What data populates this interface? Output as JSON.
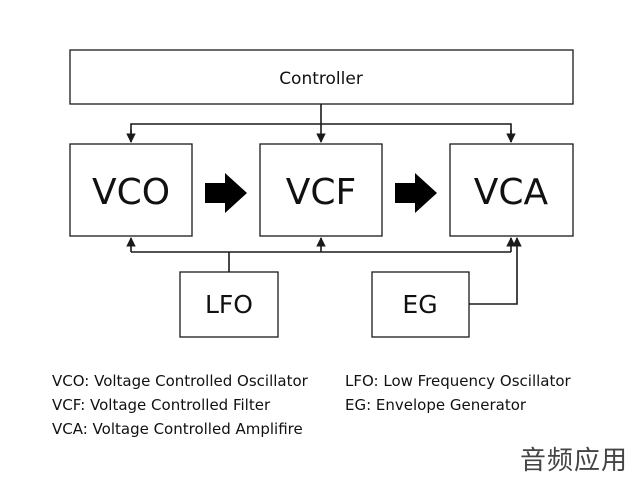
{
  "blocks": {
    "controller": "Controller",
    "vco": "VCO",
    "vcf": "VCF",
    "vca": "VCA",
    "lfo": "LFO",
    "eg": "EG"
  },
  "legend": {
    "left": [
      "VCO: Voltage Controlled Oscillator",
      "VCF: Voltage Controlled Filter",
      "VCA: Voltage Controlled Amplifire"
    ],
    "right": [
      "LFO: Low Frequency Oscillator",
      "EG: Envelope Generator"
    ]
  },
  "watermark": "音频应用",
  "colors": {
    "line": "#1a1a1a",
    "arrow_fill": "#000000",
    "background": "#ffffff"
  }
}
